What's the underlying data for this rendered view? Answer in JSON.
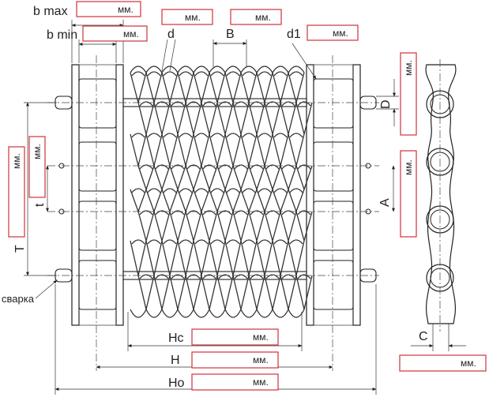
{
  "labels": {
    "b_max": "b max",
    "b_min": "b min",
    "d": "d",
    "B": "B",
    "d1": "d1",
    "D": "D",
    "A": "A",
    "t": "t",
    "T": "T",
    "svarka": "сварка",
    "Hc": "Hc",
    "H": "H",
    "Ho": "Ho",
    "C": "C"
  },
  "unit": "мм.",
  "colors": {
    "input_border": "#d0313a",
    "lines": "#222222"
  }
}
